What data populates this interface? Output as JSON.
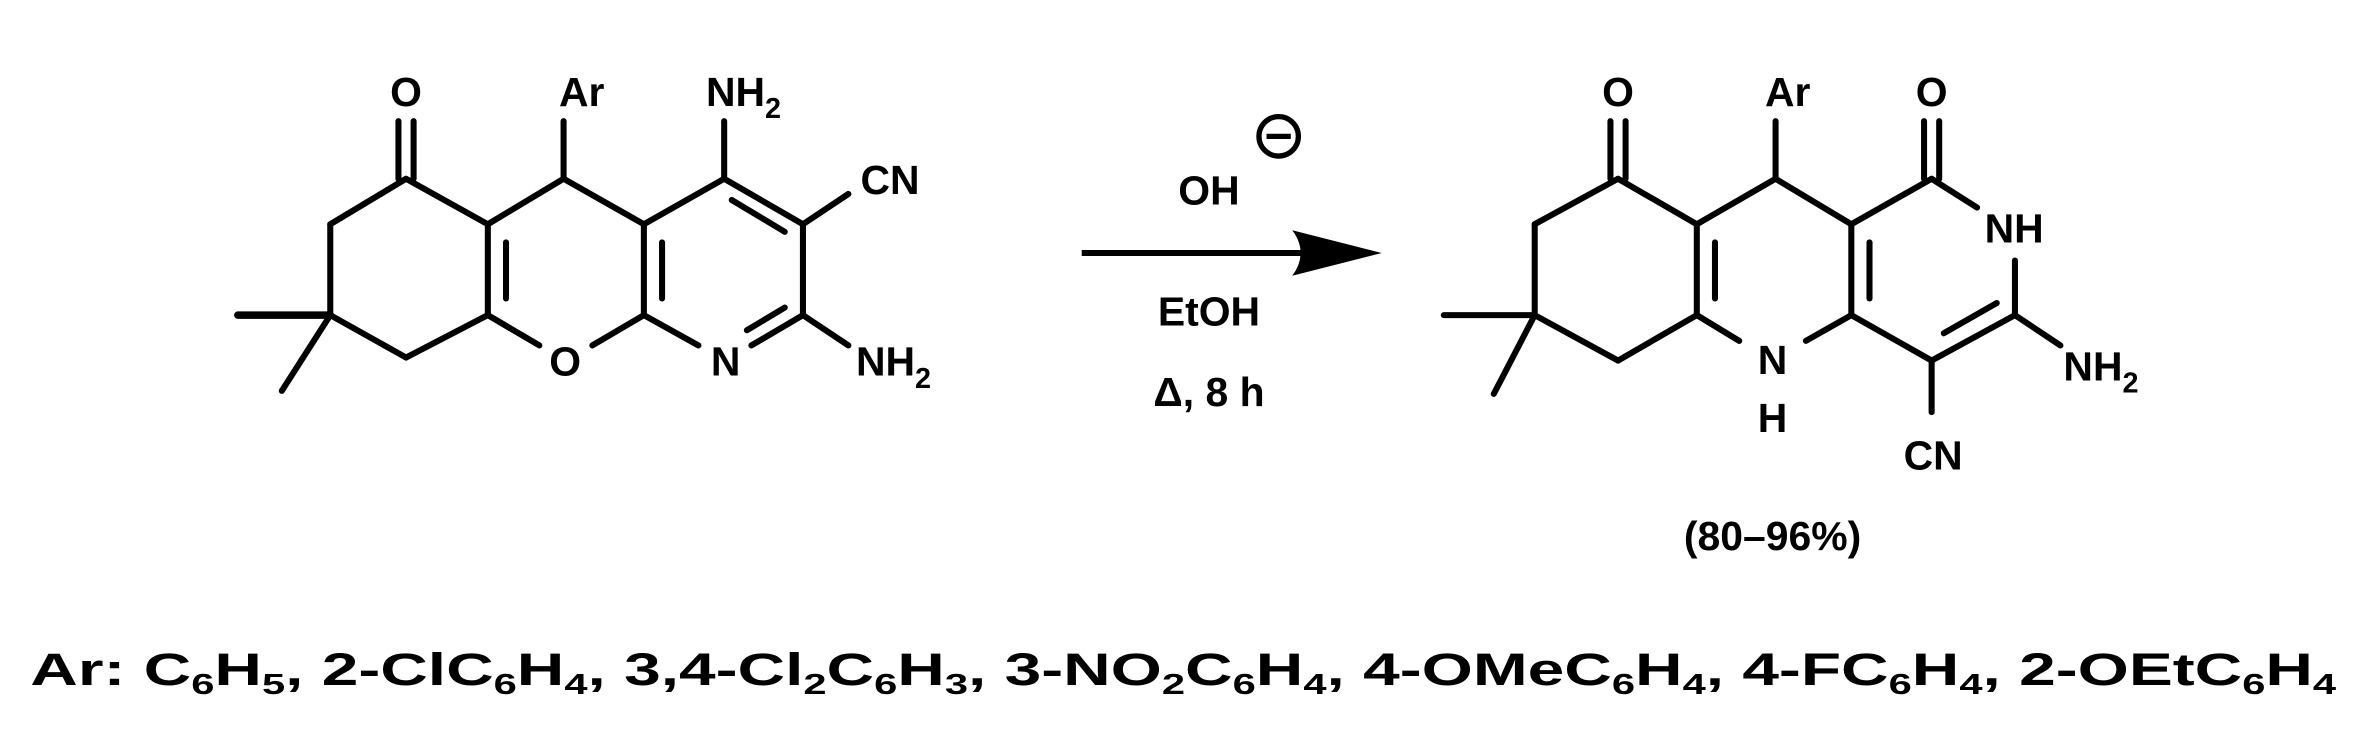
{
  "scheme": {
    "type": "chemical reaction scheme",
    "reactant": {
      "labels": {
        "ketone_O": "O",
        "aryl": "Ar",
        "amino_top": "NH",
        "amino_top_sub": "2",
        "nitrile": "CN",
        "ring_O": "O",
        "ring_N": "N",
        "amino_bottom": "NH",
        "amino_bottom_sub": "2"
      }
    },
    "arrow": {
      "reagent": "OH",
      "reagent_charge": "−",
      "solvent": "EtOH",
      "conditions": "Δ, 8 h"
    },
    "product": {
      "labels": {
        "ketone_O": "O",
        "aryl": "Ar",
        "amide_O": "O",
        "amide_NH": "NH",
        "ring_N": "N",
        "ring_NH_H": "H",
        "amino": "NH",
        "amino_sub": "2",
        "nitrile": "CN"
      },
      "yield": "(80–96%)"
    },
    "substituents": {
      "prefix": "Ar:",
      "items": [
        {
          "parts": [
            [
              "C",
              ""
            ],
            [
              "6",
              "sub"
            ],
            [
              "H",
              ""
            ],
            [
              "5",
              "sub"
            ]
          ]
        },
        {
          "parts": [
            [
              "2-ClC",
              ""
            ],
            [
              "6",
              "sub"
            ],
            [
              "H",
              ""
            ],
            [
              "4",
              "sub"
            ]
          ]
        },
        {
          "parts": [
            [
              "3,4-Cl",
              ""
            ],
            [
              "2",
              "sub"
            ],
            [
              "C",
              ""
            ],
            [
              "6",
              "sub"
            ],
            [
              "H",
              ""
            ],
            [
              "3",
              "sub"
            ]
          ]
        },
        {
          "parts": [
            [
              "3-NO",
              ""
            ],
            [
              "2",
              "sub"
            ],
            [
              "C",
              ""
            ],
            [
              "6",
              "sub"
            ],
            [
              "H",
              ""
            ],
            [
              "4",
              "sub"
            ]
          ]
        },
        {
          "parts": [
            [
              "4-OMeC",
              ""
            ],
            [
              "6",
              "sub"
            ],
            [
              "H",
              ""
            ],
            [
              "4",
              "sub"
            ]
          ]
        },
        {
          "parts": [
            [
              "4-FC",
              ""
            ],
            [
              "6",
              "sub"
            ],
            [
              "H",
              ""
            ],
            [
              "4",
              "sub"
            ]
          ]
        },
        {
          "parts": [
            [
              "2-OEtC",
              ""
            ],
            [
              "6",
              "sub"
            ],
            [
              "H",
              ""
            ],
            [
              "4",
              "sub"
            ]
          ]
        }
      ],
      "text": "Ar: C6H5, 2-ClC6H4, 3,4-Cl2C6H3, 3-NO2C6H4, 4-OMeC6H4, 4-FC6H4, 2-OEtC6H4"
    }
  }
}
